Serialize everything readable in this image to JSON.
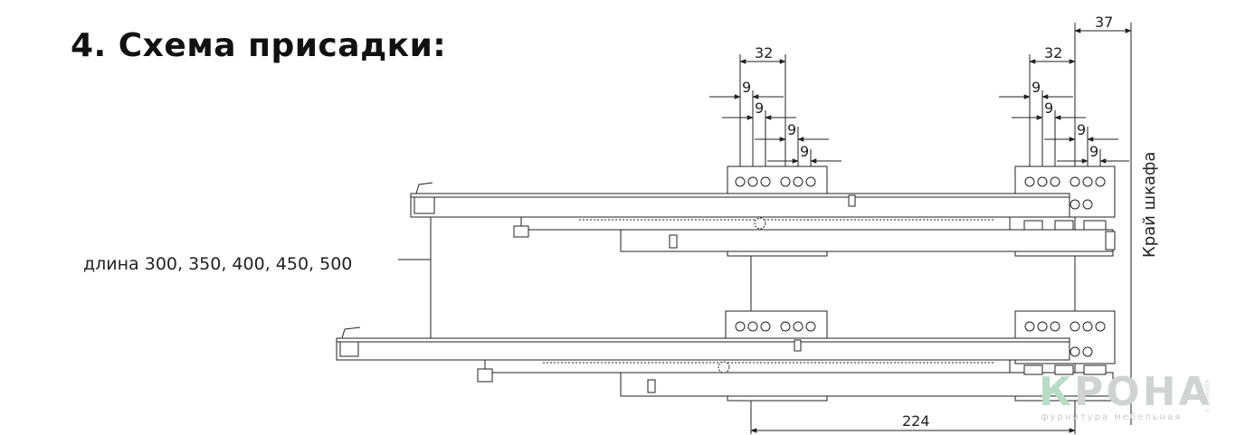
{
  "title": "4. Схема присадки:",
  "length_label": "длина 300, 350, 400, 450, 500",
  "edge_label": "Край шкафа",
  "dimensions": {
    "front_group": "32",
    "rear_group": "32",
    "edge_offset": "37",
    "pitch": "9",
    "bottom_span": "224"
  },
  "brand": {
    "logo_first": "К",
    "logo_rest": "РОНА",
    "tagline": "фурнитура мебельная",
    "side_text": "кронат.с"
  },
  "colors": {
    "line": "#222222",
    "brand_gray": "#cfd4d2",
    "brand_green": "#b8dcc8"
  }
}
